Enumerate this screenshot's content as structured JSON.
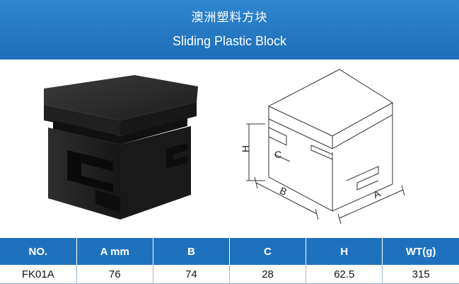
{
  "header": {
    "title_cn": "澳洲塑料方块",
    "title_en": "Sliding Plastic Block"
  },
  "drawing": {
    "label_h": "H",
    "label_c": "C",
    "label_b": "B",
    "label_a": "A"
  },
  "table": {
    "headers": [
      "NO.",
      "A mm",
      "B",
      "C",
      "H",
      "WT(g)"
    ],
    "rows": [
      [
        "FK01A",
        "76",
        "74",
        "28",
        "62.5",
        "315"
      ]
    ]
  },
  "colors": {
    "header_blue": "#1e72bd",
    "block_black": "#222222"
  }
}
